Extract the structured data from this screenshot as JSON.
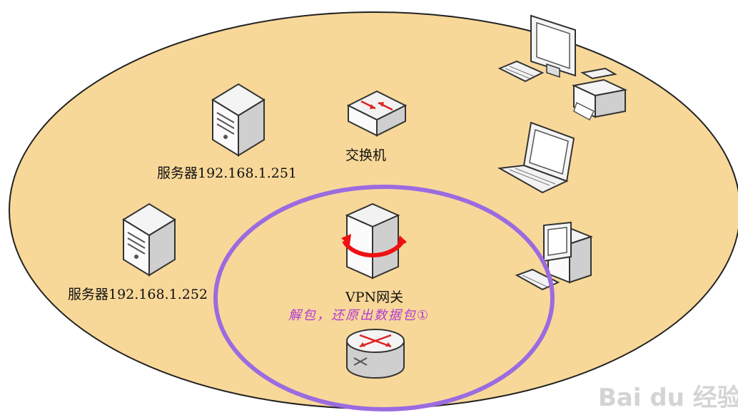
{
  "diagram": {
    "switch_label": "交换机",
    "server1_label": "服务器192.168.1.251",
    "server2_label": "服务器192.168.1.252",
    "gateway_label": "VPN网关",
    "annotation": "解包，还原出数据包①",
    "watermark": "Bai du 经验"
  },
  "colors": {
    "lan_fill": "#f8d899",
    "highlight_ring": "#9b6be0",
    "annotation_text": "#b13bd6"
  }
}
